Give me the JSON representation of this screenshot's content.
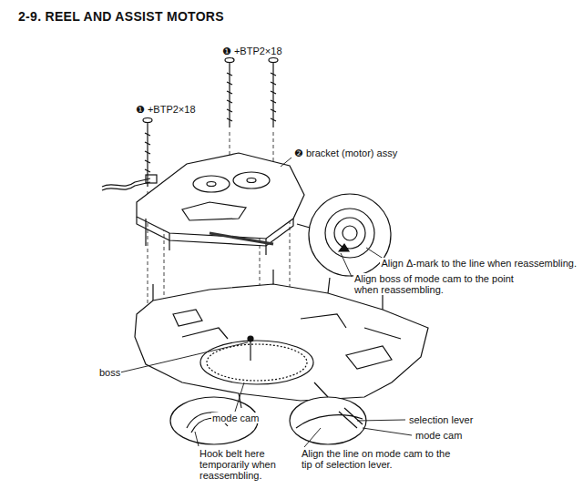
{
  "diagram": {
    "title": "2-9. REEL AND ASSIST MOTORS",
    "labels": [
      "❶ +BTP2×18",
      "❶ +BTP2×18",
      "❷ bracket (motor) assy",
      "Align Δ-mark to the line when reassembling.",
      "Align boss of mode cam to the point when reassembling.",
      "boss",
      "mode cam",
      "selection lever",
      "mode cam",
      "Hook belt here temporarily when reassembling.",
      "Align the line on mode cam to the tip of selection lever."
    ]
  }
}
